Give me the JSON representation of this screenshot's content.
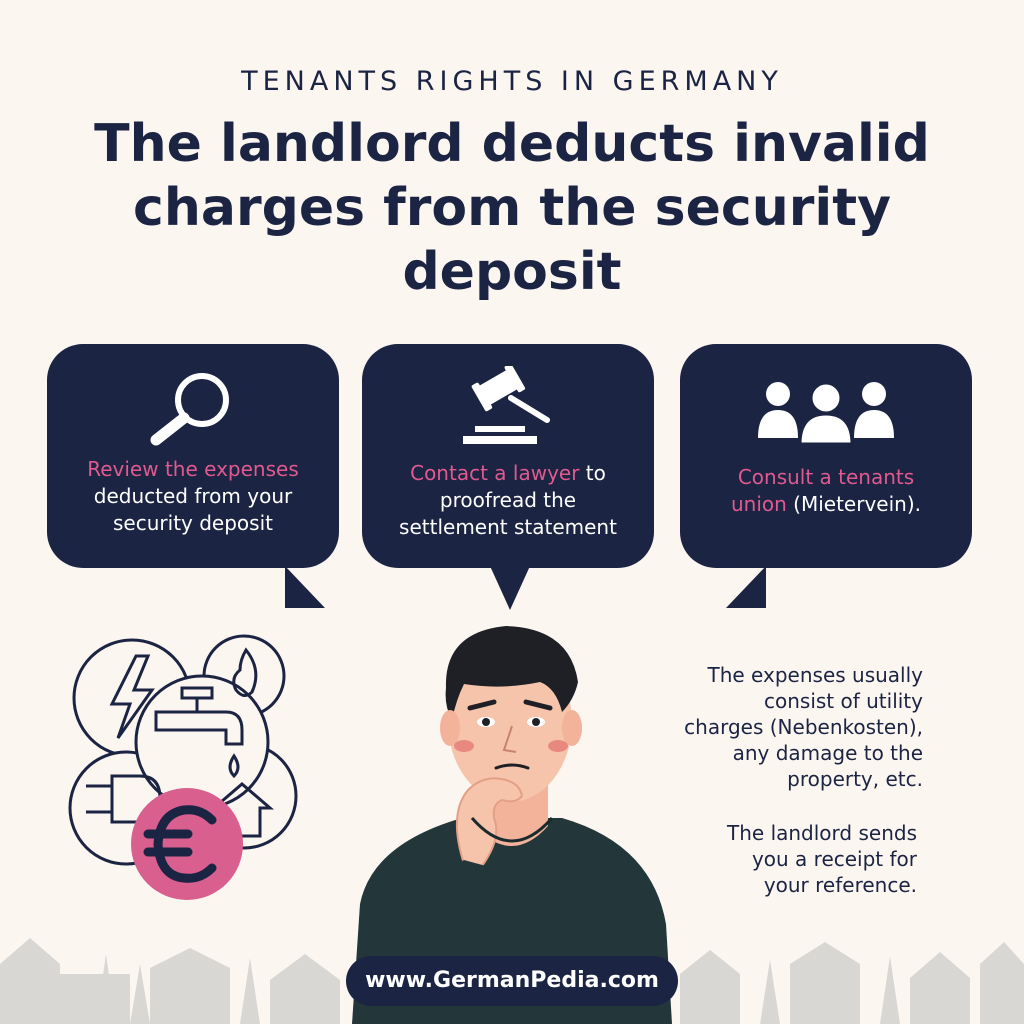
{
  "header": {
    "kicker": "TENANTS RIGHTS IN GERMANY",
    "title": "The landlord deducts invalid charges from the security deposit"
  },
  "bubbles": [
    {
      "icon": "magnifier-icon",
      "highlight": "Review the expenses",
      "rest_line1": "deducted from your",
      "rest_line2": "security deposit"
    },
    {
      "icon": "gavel-icon",
      "highlight": "Contact a lawyer",
      "rest_inline": " to",
      "rest_line1": "proofread the",
      "rest_line2": "settlement statement"
    },
    {
      "icon": "people-icon",
      "highlight_line1": "Consult a tenants",
      "highlight_line2": "union",
      "rest_inline": " (Mietervein)."
    }
  ],
  "info": {
    "expenses": [
      "The expenses usually",
      "consist of utility",
      "charges (Nebenkosten),",
      "any damage to the",
      "property, etc."
    ],
    "receipt": [
      "The landlord sends",
      "you a receipt for",
      "your reference."
    ]
  },
  "footer": {
    "url": "www.GermanPedia.com"
  },
  "colors": {
    "navy": "#1b2443",
    "pink": "#e05a8f",
    "background": "#fcf6f1"
  }
}
